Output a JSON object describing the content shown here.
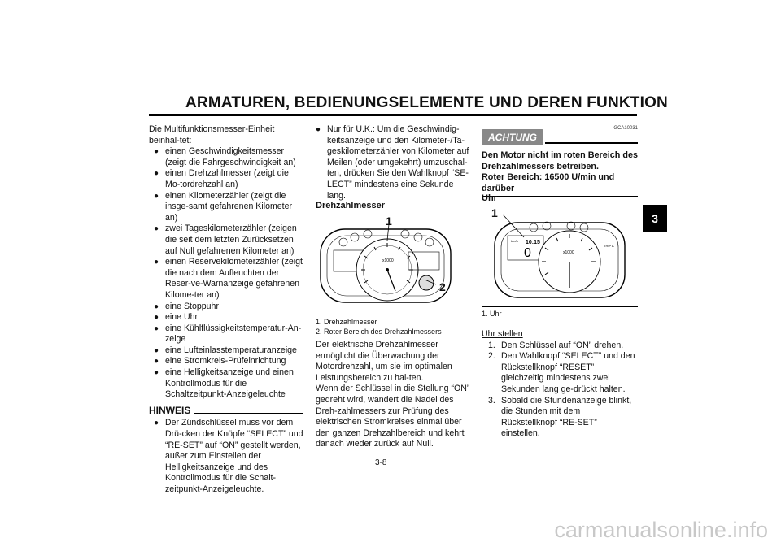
{
  "header": {
    "title": "ARMATUREN, BEDIENUNGSELEMENTE UND DEREN FUNKTION",
    "chapter_tab": "3"
  },
  "left": {
    "intro": "Die Multifunktionsmesser-Einheit beinhal-tet:",
    "bullets": [
      "einen Geschwindigkeitsmesser (zeigt die Fahrgeschwindigkeit an)",
      "einen Drehzahlmesser (zeigt die Mo-tordrehzahl an)",
      "einen Kilometerzähler (zeigt die insge-samt gefahrenen Kilometer an)",
      "zwei Tageskilometerzähler (zeigen die seit dem letzten Zurücksetzen auf Null gefahrenen Kilometer an)",
      "einen Reservekilometerzähler (zeigt die nach dem Aufleuchten der Reser-ve-Warnanzeige gefahrenen Kilome-ter an)",
      "eine Stoppuhr",
      "eine Uhr",
      "eine Kühlflüssigkeitstemperatur-An-zeige",
      "eine Lufteinlasstemperaturanzeige",
      "eine Stromkreis-Prüfeinrichtung",
      "eine Helligkeitsanzeige und einen Kontrollmodus für die Schaltzeitpunkt-Anzeigeleuchte"
    ],
    "hinweis_label": "HINWEIS",
    "hinweis_bullet": "Der Zündschlüssel muss vor dem Drü-cken der Knöpfe “SELECT” und “RE-SET” auf “ON” gestellt werden, außer zum Einstellen der Helligkeitsanzeige und des Kontrollmodus für die Schalt-zeitpunkt-Anzeigeleuchte."
  },
  "middle": {
    "top_bullet": "Nur für U.K.: Um die Geschwindig-keitsanzeige und den Kilometer-/Ta-geskilometerzähler von Kilometer auf Meilen (oder umgekehrt) umzuschal-ten, drücken Sie den Wahlknopf “SE-LECT” mindestens eine Sekunde lang.",
    "heading": "Drehzahlmesser",
    "callouts": [
      "1",
      "2"
    ],
    "captions": [
      "1. Drehzahlmesser",
      "2. Roter Bereich des Drehzahlmessers"
    ],
    "body": "Der elektrische Drehzahlmesser ermöglicht die Überwachung der Motordrehzahl, um sie im optimalen Leistungsbereich zu hal-ten.\nWenn der Schlüssel in die Stellung “ON” gedreht wird, wandert die Nadel des Dreh-zahlmessers zur Prüfung des elektrischen Stromkreises einmal über den ganzen Drehzahlbereich und kehrt danach wieder zurück auf Null.",
    "page_number": "3-8"
  },
  "right": {
    "achtung_label": "ACHTUNG",
    "code": "GCA10031",
    "warning_bold": "Den Motor nicht im roten Bereich des Drehzahlmessers betreiben.\nRoter Bereich: 16500 U/min und darüber",
    "heading": "Uhr",
    "callout": "1",
    "caption": "1. Uhr",
    "subheading": "Uhr stellen",
    "steps": [
      {
        "n": "1.",
        "t": "Den Schlüssel auf “ON” drehen."
      },
      {
        "n": "2.",
        "t": "Den Wahlknopf “SELECT” und den Rückstellknopf “RESET” gleichzeitig mindestens zwei Sekunden lang ge-drückt halten."
      },
      {
        "n": "3.",
        "t": "Sobald die Stundenanzeige blinkt, die Stunden mit dem Rückstellknopf “RE-SET” einstellen."
      }
    ],
    "clock_display": "10:15",
    "unit_km": "km/h",
    "x1000": "x1000",
    "trip": "TRIP A"
  },
  "watermark": "carmanualsonline.info",
  "colors": {
    "text": "#111111",
    "badge": "#888888",
    "watermark": "#c8c8c8"
  }
}
